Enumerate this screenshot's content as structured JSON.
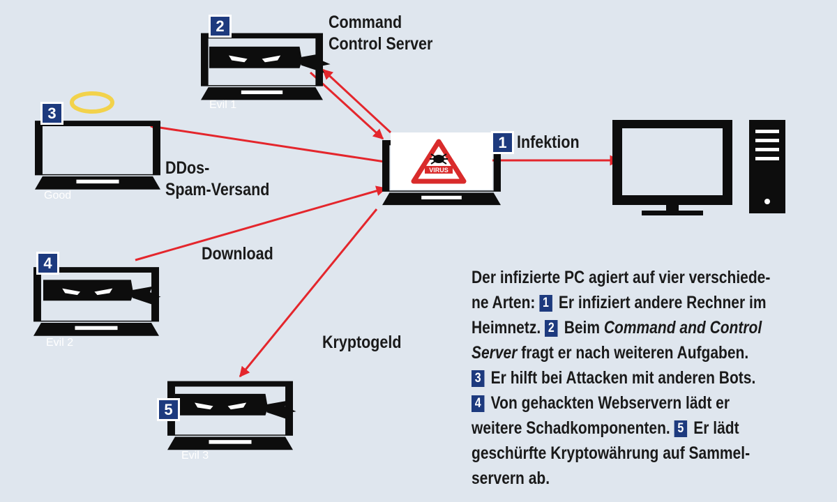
{
  "badges": {
    "b1": "1",
    "b2": "2",
    "b3": "3",
    "b4": "4",
    "b5": "5"
  },
  "laptops": {
    "evil1": "Evil 1",
    "good": "Good",
    "evil2": "Evil 2",
    "evil3": "Evil 3"
  },
  "labels": {
    "command_line1": "Command",
    "command_line2": "Control Server",
    "infektion": "Infektion",
    "ddos_line1": "DDos-",
    "ddos_line2": "Spam-Versand",
    "download": "Download",
    "kryptogeld": "Kryptogeld"
  },
  "virus_sign": "VIRUS",
  "description": {
    "l1": "Der infizierte PC agiert auf vier verschiede-",
    "l2a": "ne Arten: ",
    "l2b": " Er infiziert andere Rechner im",
    "l3a": "Heimnetz. ",
    "l3b": " Beim ",
    "l3c": "Command and Control",
    "l4a": "Server",
    "l4b": " fragt er nach weiteren Aufgaben.",
    "l5": " Er hilft bei Attacken mit anderen Bots.",
    "l6": "  Von gehackten Webservern lädt er",
    "l7a": "weitere Schadkomponenten. ",
    "l7b": " Er lädt",
    "l8": "geschürfte Kryptowährung auf Sammel-",
    "l9": "servern ab."
  },
  "colors": {
    "background": "#dfe6ee",
    "arrow": "#e4262c",
    "badge": "#1d3a7e",
    "device": "#0d0d0d",
    "halo": "#f2d24b"
  }
}
